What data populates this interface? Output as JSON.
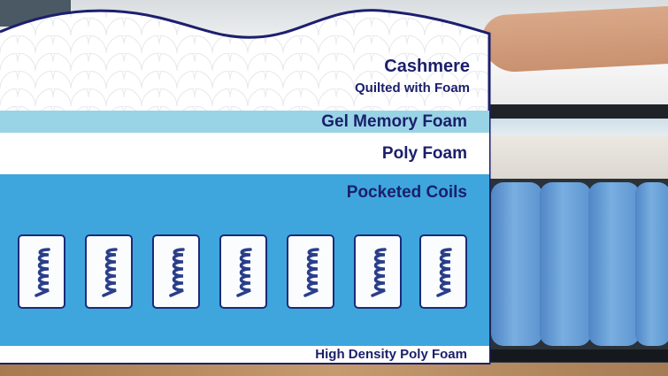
{
  "layers": {
    "top": {
      "title": "Cashmere",
      "subtitle": "Quilted with Foam"
    },
    "gel": {
      "label": "Gel Memory Foam"
    },
    "poly": {
      "label": "Poly Foam"
    },
    "coils": {
      "label": "Pocketed Coils",
      "coil_count": 7
    },
    "base": {
      "label": "High Density Poly Foam"
    }
  },
  "colors": {
    "text": "#1b1f6b",
    "outline": "#1c1f6e",
    "gel": "#98d4e6",
    "coils": "#3ea6dd",
    "white": "#ffffff"
  }
}
